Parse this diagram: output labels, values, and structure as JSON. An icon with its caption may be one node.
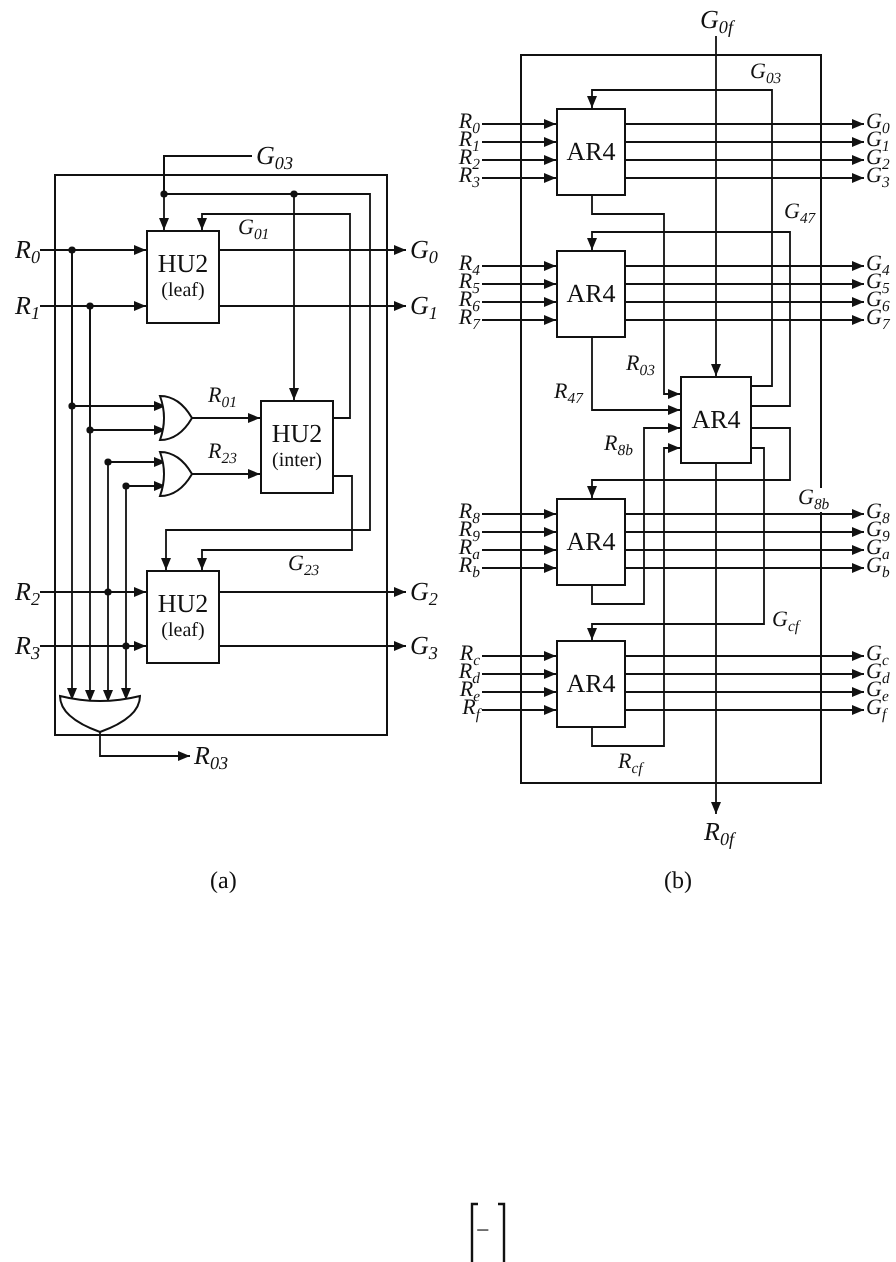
{
  "diagram": {
    "nodes": [
      {
        "text": [],
        "shape": "box"
      },
      {
        "text": [
          "HU2",
          "(leaf)"
        ],
        "in": 0
      },
      {
        "text": [],
        "shape": "gate",
        "in": 0
      },
      {
        "text": [],
        "shape": "gate",
        "in": 0
      },
      {
        "text": [
          "HU2",
          "(inter)"
        ],
        "in": 0
      },
      {
        "text": [
          "HU2",
          "(leaf)"
        ],
        "in": 0
      },
      {
        "text": [],
        "shape": "gate",
        "in": 0
      },
      {
        "text": [
          "R$_{0}$"
        ]
      },
      {
        "text": [
          "R$_{1}$"
        ]
      },
      {
        "text": [
          "R$_{2}$"
        ]
      },
      {
        "text": [
          "R$_{3}$"
        ]
      },
      {
        "text": [
          "G$_{0}$"
        ]
      },
      {
        "text": [
          "G$_{1}$"
        ]
      },
      {
        "text": [
          "G$_{2}$"
        ]
      },
      {
        "text": [
          "G$_{3}$"
        ]
      },
      {
        "text": [
          "G$_{03}$"
        ]
      },
      {
        "text": [
          "R$_{03}$"
        ]
      },
      {
        "text": [],
        "shape": "box"
      },
      {
        "text": [
          "AR4"
        ],
        "in": 17
      },
      {
        "text": [
          "AR4"
        ],
        "in": 17
      },
      {
        "text": [
          "AR4"
        ],
        "in": 17
      },
      {
        "text": [
          "AR4"
        ],
        "in": 17
      },
      {
        "text": [
          "AR4"
        ],
        "in": 17
      },
      {
        "text": [
          "R$_{0}$"
        ]
      },
      {
        "text": [
          "R$_{1}$"
        ]
      },
      {
        "text": [
          "R$_{2}$"
        ]
      },
      {
        "text": [
          "R$_{3}$"
        ]
      },
      {
        "text": [
          "R$_{4}$"
        ]
      },
      {
        "text": [
          "R$_{5}$"
        ]
      },
      {
        "text": [
          "R$_{6}$"
        ]
      },
      {
        "text": [
          "R$_{7}$"
        ]
      },
      {
        "text": [
          "R$_{8}$"
        ]
      },
      {
        "text": [
          "R$_{9}$"
        ]
      },
      {
        "text": [
          "R$_{a}$"
        ]
      },
      {
        "text": [
          "R$_{b}$"
        ]
      },
      {
        "text": [
          "R$_{c}$"
        ]
      },
      {
        "text": [
          "R$_{d}$"
        ]
      },
      {
        "text": [
          "R$_{e}$"
        ]
      },
      {
        "text": [
          "R$_{f}$"
        ]
      },
      {
        "text": [
          "G$_{0}$"
        ]
      },
      {
        "text": [
          "G$_{1}$"
        ]
      },
      {
        "text": [
          "G$_{2}$"
        ]
      },
      {
        "text": [
          "G$_{3}$"
        ]
      },
      {
        "text": [
          "G$_{4}$"
        ]
      },
      {
        "text": [
          "G$_{5}$"
        ]
      },
      {
        "text": [
          "G$_{6}$"
        ]
      },
      {
        "text": [
          "G$_{7}$"
        ]
      },
      {
        "text": [
          "G$_{8}$"
        ]
      },
      {
        "text": [
          "G$_{9}$"
        ]
      },
      {
        "text": [
          "G$_{a}$"
        ]
      },
      {
        "text": [
          "G$_{b}$"
        ]
      },
      {
        "text": [
          "G$_{c}$"
        ]
      },
      {
        "text": [
          "G$_{d}$"
        ]
      },
      {
        "text": [
          "G$_{e}$"
        ]
      },
      {
        "text": [
          "G$_{f}$"
        ]
      },
      {
        "text": [
          "G$_{0f}$"
        ]
      },
      {
        "text": [
          "R$_{0f}$"
        ]
      }
    ],
    "edges": [
      {
        "from": 7,
        "to": 1,
        "arrow": "to"
      },
      {
        "from": 7,
        "to": 2,
        "arrow": "to"
      },
      {
        "from": 7,
        "to": 6,
        "arrow": "to"
      },
      {
        "from": 8,
        "to": 1,
        "arrow": "to"
      },
      {
        "from": 8,
        "to": 2,
        "arrow": "to"
      },
      {
        "from": 8,
        "to": 6,
        "arrow": "to"
      },
      {
        "from": 9,
        "to": 5,
        "arrow": "to"
      },
      {
        "from": 9,
        "to": 3,
        "arrow": "to"
      },
      {
        "from": 9,
        "to": 6,
        "arrow": "to"
      },
      {
        "from": 10,
        "to": 5,
        "arrow": "to"
      },
      {
        "from": 10,
        "to": 3,
        "arrow": "to"
      },
      {
        "from": 10,
        "to": 6,
        "arrow": "to"
      },
      {
        "from": 2,
        "to": 4,
        "arrow": "to",
        "label": "R$_{01}$"
      },
      {
        "from": 3,
        "to": 4,
        "arrow": "to",
        "label": "R$_{23}$"
      },
      {
        "from": 1,
        "to": 11,
        "arrow": "to"
      },
      {
        "from": 1,
        "to": 12,
        "arrow": "to"
      },
      {
        "from": 5,
        "to": 13,
        "arrow": "to"
      },
      {
        "from": 5,
        "to": 14,
        "arrow": "to"
      },
      {
        "from": 15,
        "to": 1,
        "arrow": "to"
      },
      {
        "from": 15,
        "to": 4,
        "arrow": "to"
      },
      {
        "from": 15,
        "to": 5,
        "arrow": "to"
      },
      {
        "from": 4,
        "to": 1,
        "arrow": "to",
        "label": "G$_{01}$"
      },
      {
        "from": 4,
        "to": 5,
        "arrow": "to",
        "label": "G$_{23}$"
      },
      {
        "from": 6,
        "to": 16,
        "arrow": "to"
      },
      {
        "from": 23,
        "to": 18,
        "arrow": "to"
      },
      {
        "from": 24,
        "to": 18,
        "arrow": "to"
      },
      {
        "from": 25,
        "to": 18,
        "arrow": "to"
      },
      {
        "from": 26,
        "to": 18,
        "arrow": "to"
      },
      {
        "from": 18,
        "to": 39,
        "arrow": "to"
      },
      {
        "from": 18,
        "to": 40,
        "arrow": "to"
      },
      {
        "from": 18,
        "to": 41,
        "arrow": "to"
      },
      {
        "from": 18,
        "to": 42,
        "arrow": "to"
      },
      {
        "from": 27,
        "to": 19,
        "arrow": "to"
      },
      {
        "from": 28,
        "to": 19,
        "arrow": "to"
      },
      {
        "from": 29,
        "to": 19,
        "arrow": "to"
      },
      {
        "from": 30,
        "to": 19,
        "arrow": "to"
      },
      {
        "from": 19,
        "to": 43,
        "arrow": "to"
      },
      {
        "from": 19,
        "to": 44,
        "arrow": "to"
      },
      {
        "from": 19,
        "to": 45,
        "arrow": "to"
      },
      {
        "from": 19,
        "to": 46,
        "arrow": "to"
      },
      {
        "from": 31,
        "to": 21,
        "arrow": "to"
      },
      {
        "from": 32,
        "to": 21,
        "arrow": "to"
      },
      {
        "from": 33,
        "to": 21,
        "arrow": "to"
      },
      {
        "from": 34,
        "to": 21,
        "arrow": "to"
      },
      {
        "from": 21,
        "to": 47,
        "arrow": "to"
      },
      {
        "from": 21,
        "to": 48,
        "arrow": "to"
      },
      {
        "from": 21,
        "to": 49,
        "arrow": "to"
      },
      {
        "from": 21,
        "to": 50,
        "arrow": "to"
      },
      {
        "from": 35,
        "to": 22,
        "arrow": "to"
      },
      {
        "from": 36,
        "to": 22,
        "arrow": "to"
      },
      {
        "from": 37,
        "to": 22,
        "arrow": "to"
      },
      {
        "from": 38,
        "to": 22,
        "arrow": "to"
      },
      {
        "from": 22,
        "to": 51,
        "arrow": "to"
      },
      {
        "from": 22,
        "to": 52,
        "arrow": "to"
      },
      {
        "from": 22,
        "to": 53,
        "arrow": "to"
      },
      {
        "from": 22,
        "to": 54,
        "arrow": "to"
      },
      {
        "from": 20,
        "to": 18,
        "arrow": "to",
        "label": "G$_{03}$"
      },
      {
        "from": 20,
        "to": 19,
        "arrow": "to",
        "label": "G$_{47}$"
      },
      {
        "from": 20,
        "to": 21,
        "arrow": "to",
        "label": "G$_{8b}$"
      },
      {
        "from": 20,
        "to": 22,
        "arrow": "to",
        "label": "G$_{cf}$"
      },
      {
        "from": 18,
        "to": 20,
        "arrow": "to",
        "label": "R$_{03}$"
      },
      {
        "from": 19,
        "to": 20,
        "arrow": "to",
        "label": "R$_{47}$"
      },
      {
        "from": 21,
        "to": 20,
        "arrow": "to",
        "label": "R$_{8b}$"
      },
      {
        "from": 22,
        "to": 20,
        "arrow": "to",
        "label": "R$_{cf}$"
      },
      {
        "from": 55,
        "to": 20,
        "arrow": "to"
      },
      {
        "from": 20,
        "to": 56,
        "arrow": "to"
      }
    ],
    "labels": [
      "(a)",
      "(b)",
      "−"
    ]
  }
}
